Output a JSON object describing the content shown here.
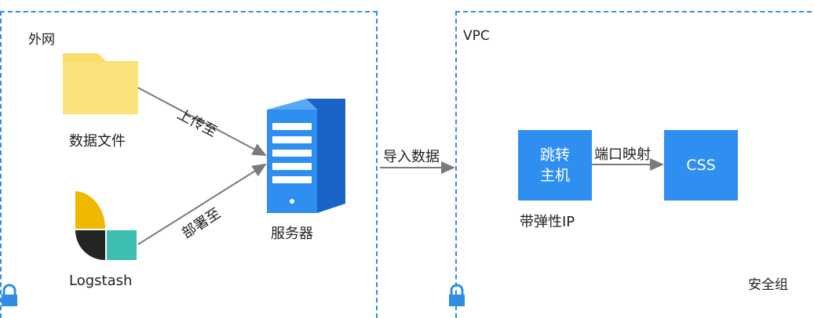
{
  "zones": {
    "external": {
      "label": "外网"
    },
    "vpc": {
      "label": "VPC"
    },
    "security_group": {
      "label": "安全组"
    }
  },
  "nodes": {
    "data_file": {
      "label": "数据文件",
      "icon": "folder-icon",
      "color": "#fadd6e"
    },
    "logstash": {
      "label": "Logstash",
      "icon": "logstash-logo"
    },
    "server": {
      "label": "服务器",
      "icon": "server-icon",
      "color": "#2f8ff0"
    },
    "jump_host": {
      "label_line1": "跳转",
      "label_line2": "主机",
      "caption": "带弹性IP",
      "color": "#2f8ff0"
    },
    "css": {
      "label": "CSS",
      "color": "#2f8ff0"
    }
  },
  "edges": {
    "upload": {
      "label": "上传至"
    },
    "deploy": {
      "label": "部署至"
    },
    "import": {
      "label": "导入数据"
    },
    "port_mapping": {
      "label": "端口映射"
    }
  },
  "colors": {
    "border": "#2f8de4",
    "arrow": "#7a7a7a"
  }
}
